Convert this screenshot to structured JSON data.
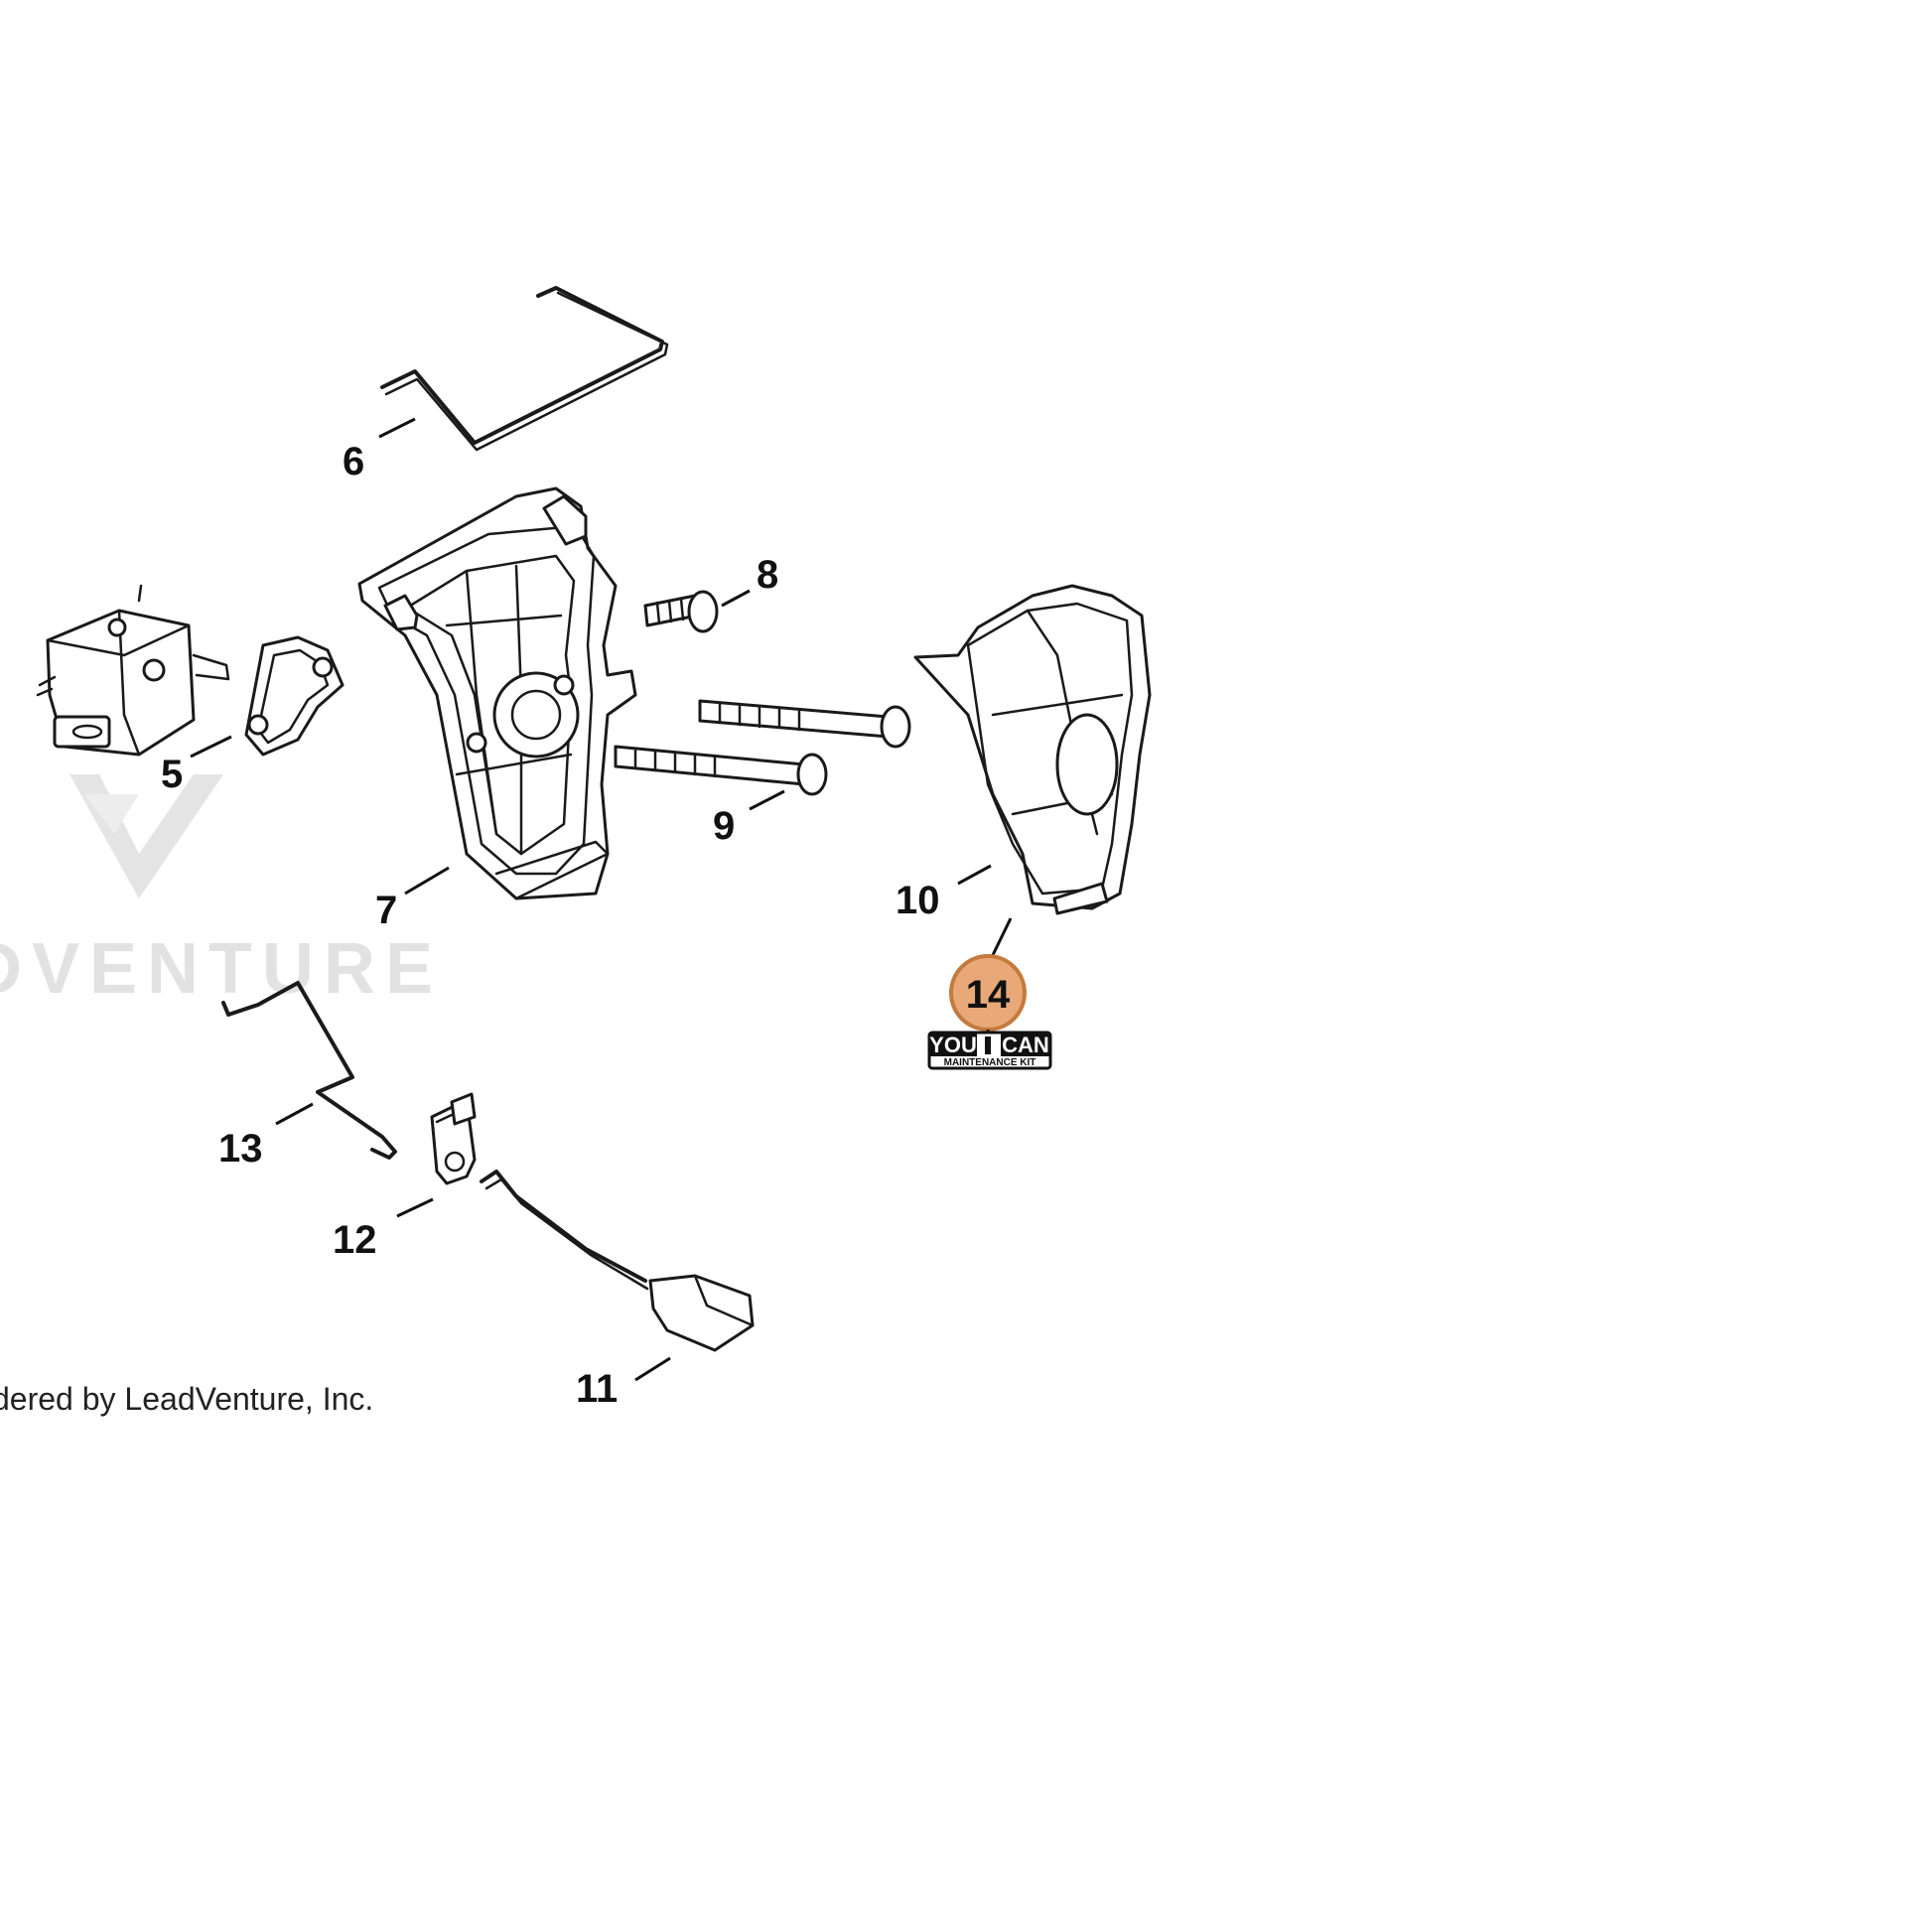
{
  "callouts": {
    "c5": "5",
    "c6": "6",
    "c7": "7",
    "c8": "8",
    "c9": "9",
    "c10": "10",
    "c11": "11",
    "c12": "12",
    "c13": "13",
    "c14": "14"
  },
  "badge": {
    "you": "YOU",
    "can": "CAN",
    "subtitle": "MAINTENANCE KIT"
  },
  "watermark": {
    "text": "DVENTURE"
  },
  "footer": {
    "text": "dered by LeadVenture, Inc."
  },
  "colors": {
    "highlight_fill": "#E8A878",
    "highlight_stroke": "#C47A3C",
    "watermark": "#E2E2E2",
    "line": "#1A1A1A"
  }
}
